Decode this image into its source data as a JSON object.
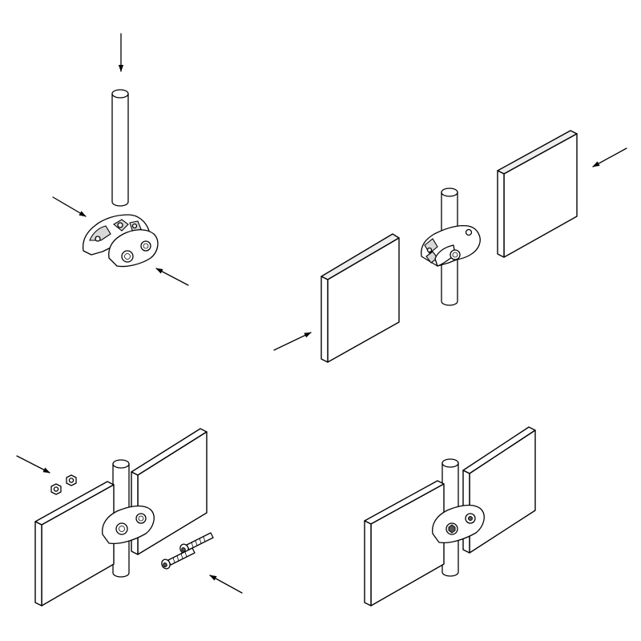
{
  "title": "",
  "diagram": {
    "kind": "assembly-instructions",
    "steps": [
      {
        "id": "step-1",
        "description": ""
      },
      {
        "id": "step-2",
        "description": ""
      },
      {
        "id": "step-3",
        "description": ""
      },
      {
        "id": "step-4",
        "description": ""
      }
    ],
    "colors": {
      "line": "#000000",
      "panel_face": "#eeeeee",
      "background": "#ffffff"
    }
  }
}
